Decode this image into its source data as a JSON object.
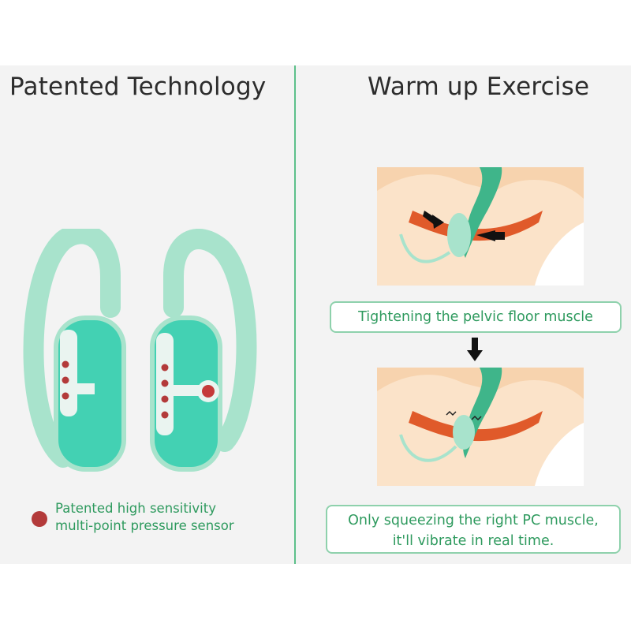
{
  "left": {
    "title": "Patented Technology",
    "legend": {
      "line1": "Patented high sensitivity",
      "line2": "multi-point pressure sensor",
      "dot_color": "#b33a3a"
    }
  },
  "right": {
    "title": "Warm up Exercise",
    "caption_1": "Tightening the pelvic floor muscle",
    "caption_2_line1": "Only squeezing the right PC muscle,",
    "caption_2_line2": "it'll vibrate in real time."
  },
  "colors": {
    "accent_green": "#2e9a5e",
    "divider": "#5cc08a",
    "device_mint": "#9fe0c6",
    "device_teal": "#3ccdae",
    "muscle": "#e05a2a"
  }
}
